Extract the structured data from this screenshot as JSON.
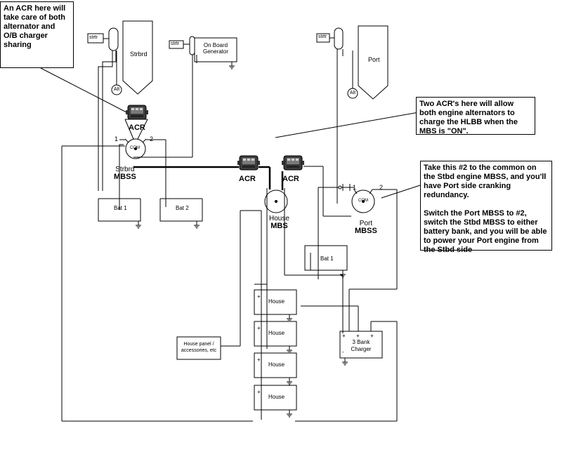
{
  "callouts": {
    "acr_ob": "An ACR here will take care of both alternator and O/B charger sharing",
    "two_acr": "Two ACR's here will allow both engine alternators to charge the HLBB when the MBS is \"ON\".",
    "port_note_1": "Take this #2 to the common on the Stbd engine MBSS, and you'll have Port side cranking redundancy.",
    "port_note_2": "Switch the Port MBSS to #2, switch the Stbd MBSS to either battery bank, and you will be able to power your Port engine from the Stbd side"
  },
  "engines": {
    "stbd": "Strbrd",
    "port": "Port"
  },
  "strtr": "strtr",
  "alt": "Alt",
  "generator": "On Board Generator",
  "acr": "ACR",
  "com": "COM",
  "terminals": {
    "one": "1",
    "two": "2"
  },
  "switches": {
    "stbd": {
      "name": "Strbrd",
      "type": "MBSS"
    },
    "house": {
      "name": "House",
      "type": "MBS"
    },
    "port": {
      "name": "Port",
      "type": "MBSS"
    }
  },
  "batteries": {
    "stbd_1": "Bat 1",
    "stbd_2": "Bat 2",
    "port_1": "Bat 1"
  },
  "house_bank": [
    "House",
    "House",
    "House",
    "House"
  ],
  "house_panel": "House panel / accessories, etc",
  "charger": "3 Bank Charger",
  "polarity": {
    "pos": "+",
    "neg": "-"
  }
}
